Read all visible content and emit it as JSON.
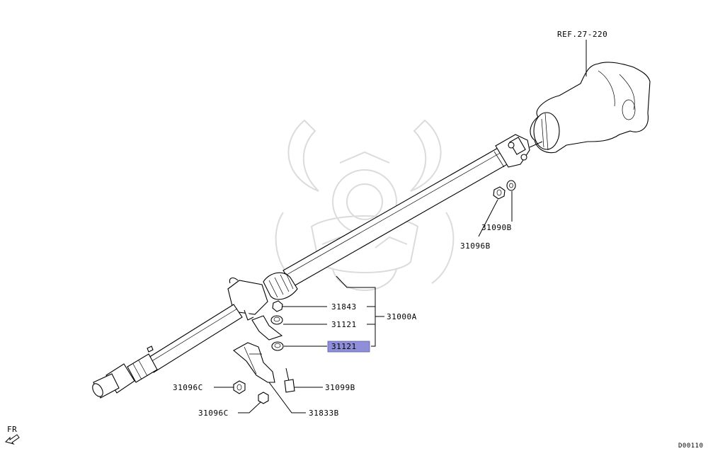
{
  "diagram": {
    "ref_label": "REF.27-220",
    "fr_label": "FR",
    "code": "D00110",
    "parts": [
      {
        "id": "31096B",
        "text": "31096B"
      },
      {
        "id": "31090B",
        "text": "31090B"
      },
      {
        "id": "31843",
        "text": "31843"
      },
      {
        "id": "31000A",
        "text": "31000A"
      },
      {
        "id": "31121a",
        "text": "31121"
      },
      {
        "id": "31121b",
        "text": "31121",
        "highlighted": true
      },
      {
        "id": "31096C_1",
        "text": "31096C"
      },
      {
        "id": "31099B",
        "text": "31099B"
      },
      {
        "id": "31096C_2",
        "text": "31096C"
      },
      {
        "id": "31833B",
        "text": "31833B"
      }
    ],
    "highlight_color": "#8f8fd9"
  }
}
